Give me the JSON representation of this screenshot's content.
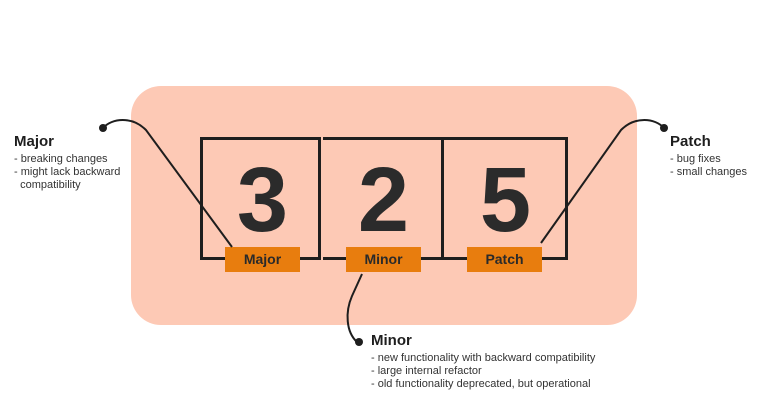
{
  "version": {
    "major": {
      "number": "3",
      "tag": "Major"
    },
    "minor": {
      "number": "2",
      "tag": "Minor"
    },
    "patch": {
      "number": "5",
      "tag": "Patch"
    }
  },
  "callouts": {
    "major": {
      "title": "Major",
      "lines": [
        "- breaking changes",
        "- might lack backward",
        "  compatibility"
      ]
    },
    "patch": {
      "title": "Patch",
      "lines": [
        "- bug fixes",
        "- small changes"
      ]
    },
    "minor": {
      "title": "Minor",
      "lines": [
        "- new functionality with backward compatibility",
        "- large internal refactor",
        "- old functionality deprecated, but operational"
      ]
    }
  },
  "colors": {
    "panel": "#fdc9b5",
    "tag": "#e87d0e",
    "outline": "#1e1e1e"
  }
}
